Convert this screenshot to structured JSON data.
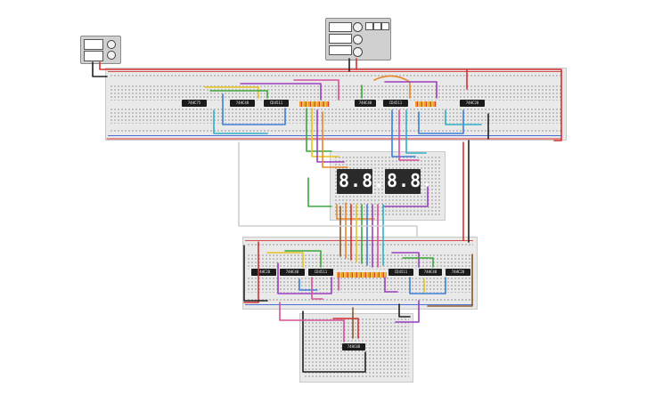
{
  "window": {
    "title": ""
  },
  "chips": {
    "top": [
      "74HC75",
      "74HC48",
      "CD4511",
      "74HC48",
      "CD4511",
      "74HC28"
    ],
    "bottom": [
      "74HC28",
      "74HC48",
      "CD4511",
      "CD4511",
      "74HC48",
      "74HC28"
    ],
    "lower": [
      "74HC08"
    ]
  },
  "displays": {
    "left": "8.8.",
    "right": "8.8."
  },
  "colors": {
    "breadboard": "#e9e9e9",
    "wire_red": "#d93030",
    "wire_black": "#202020",
    "wire_green": "#3aa83a",
    "wire_yellow": "#e6c220",
    "wire_blue": "#3c7fd8",
    "wire_purple": "#9a3fc0",
    "wire_orange": "#e8872a",
    "wire_cyan": "#30b0c8",
    "wire_pink": "#d8509a",
    "wire_brown": "#8a5a2a"
  },
  "icons": [
    "power-supply-icon",
    "oscilloscope-icon",
    "function-generator-icon"
  ]
}
